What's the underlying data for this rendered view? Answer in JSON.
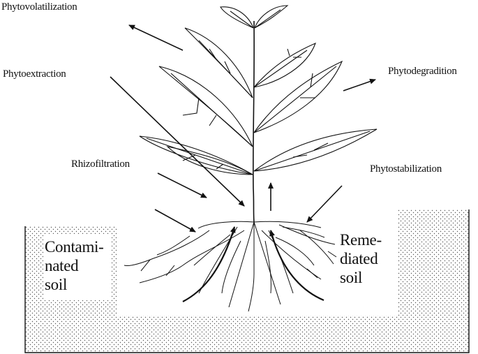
{
  "processes": {
    "phytovolatilization": "Phytovolatilization",
    "phytoextraction": "Phytoextraction",
    "phytodegradation": "Phytodegradition",
    "rhizofiltration": "Rhizofiltration",
    "phytostabilization": "Phytostabilization"
  },
  "soil": {
    "contaminated": "Contami-\nnated\nsoil",
    "remediated": "Reme-\ndiated\nsoil"
  },
  "colors": {
    "ink": "#111111",
    "soil_dots": "#555555",
    "background": "#ffffff"
  }
}
